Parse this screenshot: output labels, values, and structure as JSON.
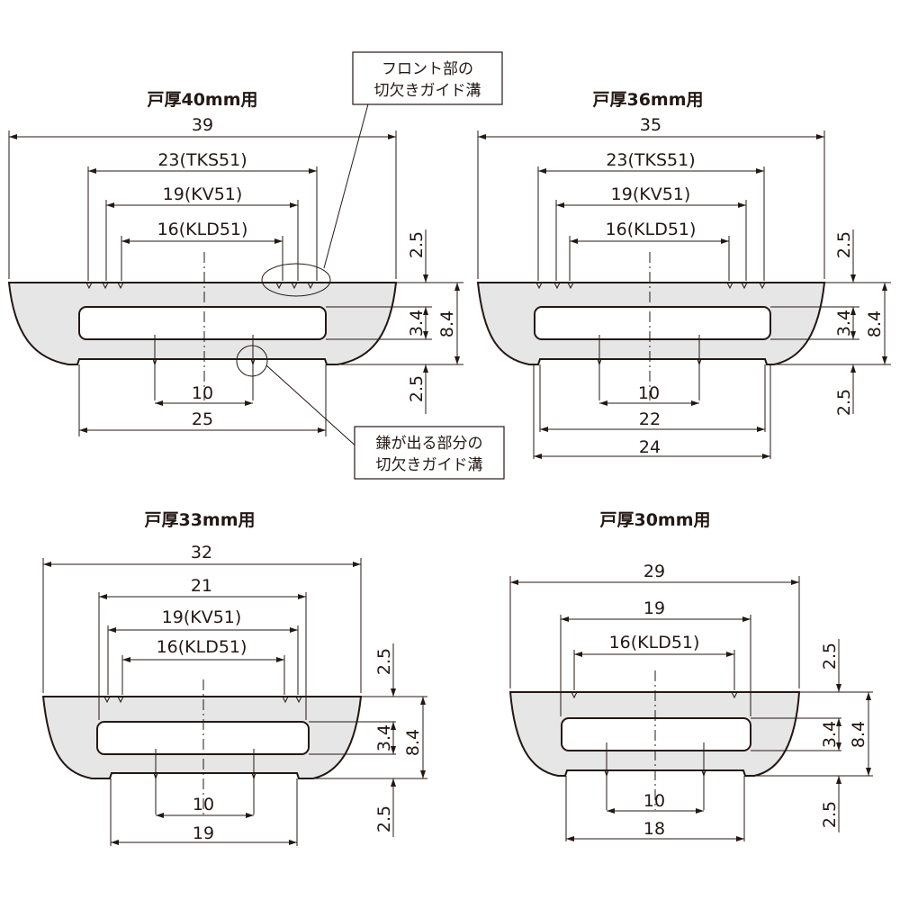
{
  "diagrams": [
    {
      "title": "戸厚40mm用",
      "dims": {
        "overall": "39",
        "tks": "23(TKS51)",
        "kv": "19(KV51)",
        "kld": "16(KLD51)",
        "center": "10",
        "bottom": "25",
        "bottom_outer": ""
      }
    },
    {
      "title": "戸厚36mm用",
      "dims": {
        "overall": "35",
        "tks": "23(TKS51)",
        "kv": "19(KV51)",
        "kld": "16(KLD51)",
        "center": "10",
        "bottom": "22",
        "bottom_outer": "24"
      }
    },
    {
      "title": "戸厚33mm用",
      "dims": {
        "overall": "32",
        "tks": "21",
        "kv": "19(KV51)",
        "kld": "16(KLD51)",
        "center": "10",
        "bottom": "19",
        "bottom_outer": ""
      }
    },
    {
      "title": "戸厚30mm用",
      "dims": {
        "overall": "29",
        "tks": "",
        "kv": "19",
        "kld": "16(KLD51)",
        "center": "10",
        "bottom": "18",
        "bottom_outer": ""
      }
    }
  ],
  "vertical_dims": {
    "top": "2.5",
    "slot": "3.4",
    "total": "8.4",
    "bottom": "2.5"
  },
  "callouts": {
    "front_line1": "フロント部の",
    "front_line2": "切欠きガイド溝",
    "bolt_line1": "鎌が出る部分の",
    "bolt_line2": "切欠きガイド溝"
  }
}
